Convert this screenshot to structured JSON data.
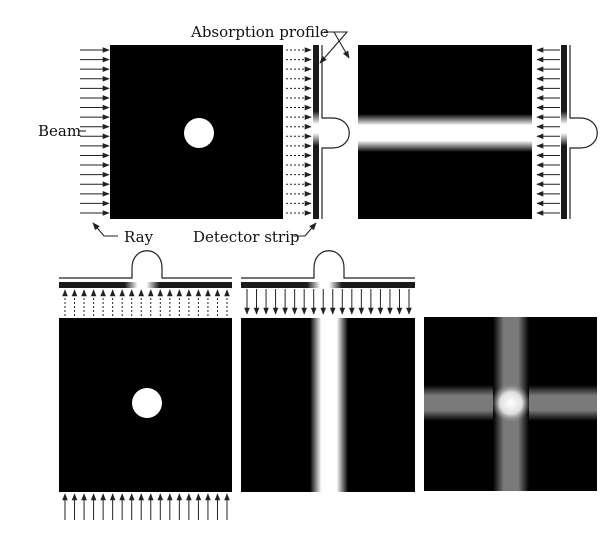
{
  "labels": {
    "absorption_profile": "Absorption profile",
    "beam": "Beam",
    "ray": "Ray",
    "detector_strip": "Detector strip"
  },
  "colors": {
    "background": "#ffffff",
    "object_field": "#000000",
    "object": "#ffffff",
    "ray": "#222222",
    "detector": "#1a1a1a",
    "profile_line": "#222222"
  },
  "panels": [
    {
      "id": "horizontal-projection",
      "beam_direction": "left-to-right",
      "detector_side": "right"
    },
    {
      "id": "horizontal-backprojection",
      "beam_direction": "right-to-left",
      "detector_side": "right"
    },
    {
      "id": "vertical-projection",
      "beam_direction": "bottom-to-top",
      "detector_side": "top"
    },
    {
      "id": "vertical-backprojection",
      "beam_direction": "top-to-bottom",
      "detector_side": "top"
    },
    {
      "id": "summed-backprojections",
      "beam_direction": "none",
      "detector_side": "none"
    }
  ]
}
